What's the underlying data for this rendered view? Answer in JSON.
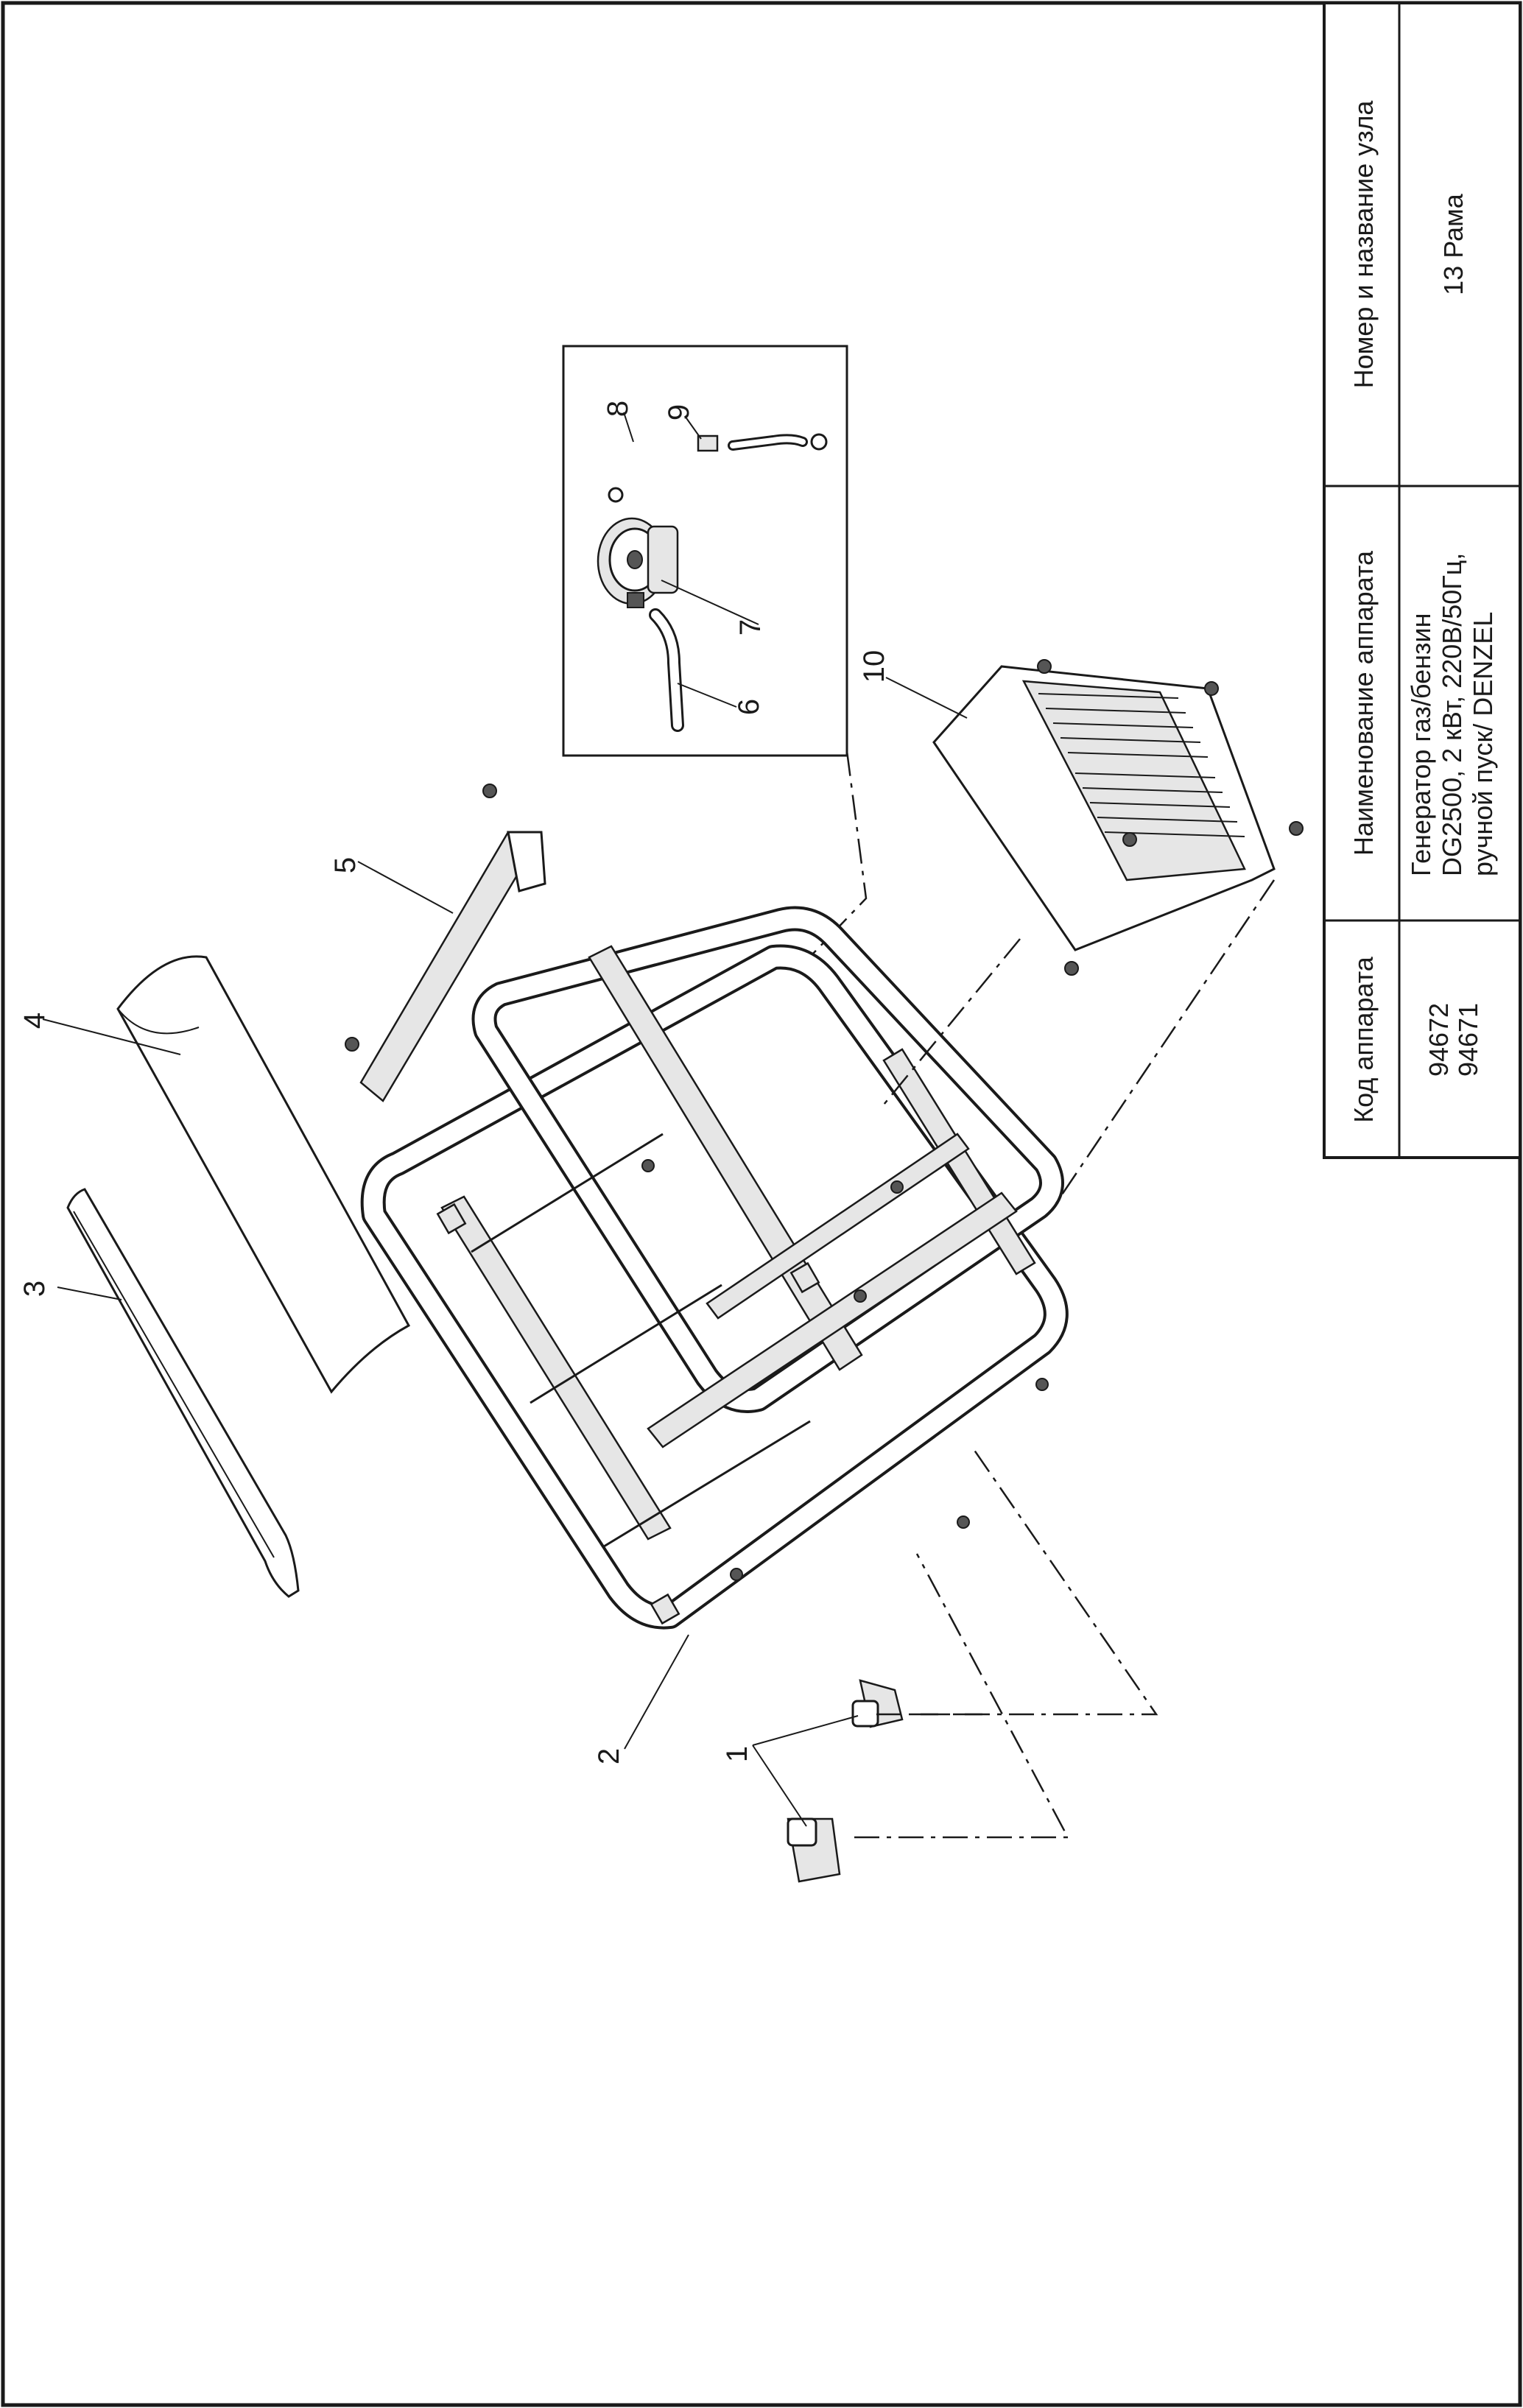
{
  "title_block": {
    "col_code_header": "Код аппарата",
    "col_name_header": "Наименование аппарата",
    "col_node_header": "Номер и название узла",
    "code_values": [
      "94672",
      "94671"
    ],
    "name_lines": [
      "Генератор газ/бензин",
      "DG2500, 2 кВт, 220В/50Гц,",
      "ручной пуск/ DENZEL"
    ],
    "node_value": "13 Рама"
  },
  "callouts": [
    "1",
    "2",
    "3",
    "4",
    "5",
    "6",
    "7",
    "8",
    "9",
    "10"
  ]
}
